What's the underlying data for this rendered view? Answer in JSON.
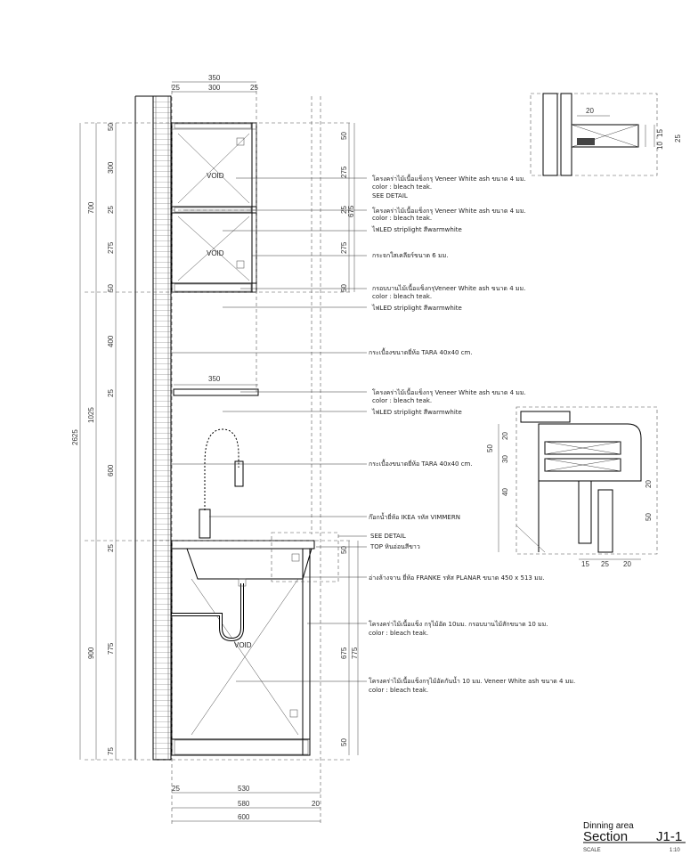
{
  "title_block": {
    "area": "Dinning area",
    "title": "Section",
    "code": "J1-1",
    "scale_label": "SCALE",
    "scale_value": "1:10"
  },
  "dimensions": {
    "top_350": "350",
    "top_25a": "25",
    "top_300": "300",
    "top_25b": "25",
    "left_50a": "50",
    "left_300": "300",
    "left_25a": "25",
    "left_275": "275",
    "left_50b": "50",
    "left_400": "400",
    "left_25b": "25",
    "left_600": "600",
    "left_25c": "25",
    "left_775": "775",
    "left_75": "75",
    "total_700": "700",
    "total_1025": "1025",
    "total_900": "900",
    "total_2625": "2625",
    "right_50a": "50",
    "right_275a": "275",
    "right_25": "25",
    "right_675a": "675",
    "right_275b": "275",
    "right_50b": "50",
    "right_50c": "50",
    "right_675b": "675",
    "right_775": "775",
    "right_50d": "50",
    "shelf_350": "350",
    "bot_25": "25",
    "bot_530": "530",
    "bot_580": "580",
    "bot_20": "20",
    "bot_600": "600",
    "void1": "VOID",
    "void2": "VOID",
    "void3": "VOID"
  },
  "notes": {
    "n1a": "โครงคร่าไม้เนื้อแข็งกรุ Veneer White ash ขนาด 4 มม.",
    "n1b": "color : bleach teak.",
    "n2": "SEE DETAIL",
    "n3a": "โครงคร่าไม้เนื้อแข็งกรุ Veneer White ash ขนาด 4 มม.",
    "n3b": "color : bleach teak.",
    "n4": "ไฟLED striplight  สีwarmwhite",
    "n5": "กระจกใสเคลียร์ขนาด 6  มม.",
    "n6a": "กรอบบานไม้เนื้อแข็งกรุVeneer White ash ขนาด 4 มม.",
    "n6b": "color : bleach teak.",
    "n7": "ไฟLED striplight  สีwarmwhite",
    "n8": "กระเบื้องขนาดยี่ห้อ TARA 40x40 cm.",
    "n9a": "โครงคร่าไม้เนื้อแข็งกรุ Veneer White ash ขนาด 4 มม.",
    "n9b": "color : bleach teak.",
    "n10": "ไฟLED striplight  สีwarmwhite",
    "n11": "กระเบื้องขนาดยี่ห้อ TARA 40x40 cm.",
    "n12": "ก๊อกน้ำยี่ห้อ IKEA รหัส VIMMERN",
    "n13": "SEE DETAIL",
    "n14": "TOP หินอ่อนสีขาว",
    "n15": "อ่างล้างจาน ยี่ห้อ FRANKE รหัส PLANAR ขนาด 450 x 513 มม.",
    "n16a": "โครงคร่าไม้เนื้อแข็ง กรุไม้อัด 10มม. กรอบบานไม้สักขนาด 10 มม.",
    "n16b": "color : bleach teak.",
    "n17a": "โครงคร่าไม้เนื้อแข็งกรุไม้อัดกันน้ำ 10 มม. Veneer White ash ขนาด 4 มม.",
    "n17b": "color : bleach teak."
  },
  "detail1": {
    "d20": "20",
    "d10": "10",
    "d15": "15",
    "d25": "25"
  },
  "detail2": {
    "d20a": "20",
    "d30": "30",
    "d50a": "50",
    "d40": "40",
    "d20b": "20",
    "d50b": "50",
    "d15": "15",
    "d25": "25",
    "d20c": "20"
  }
}
